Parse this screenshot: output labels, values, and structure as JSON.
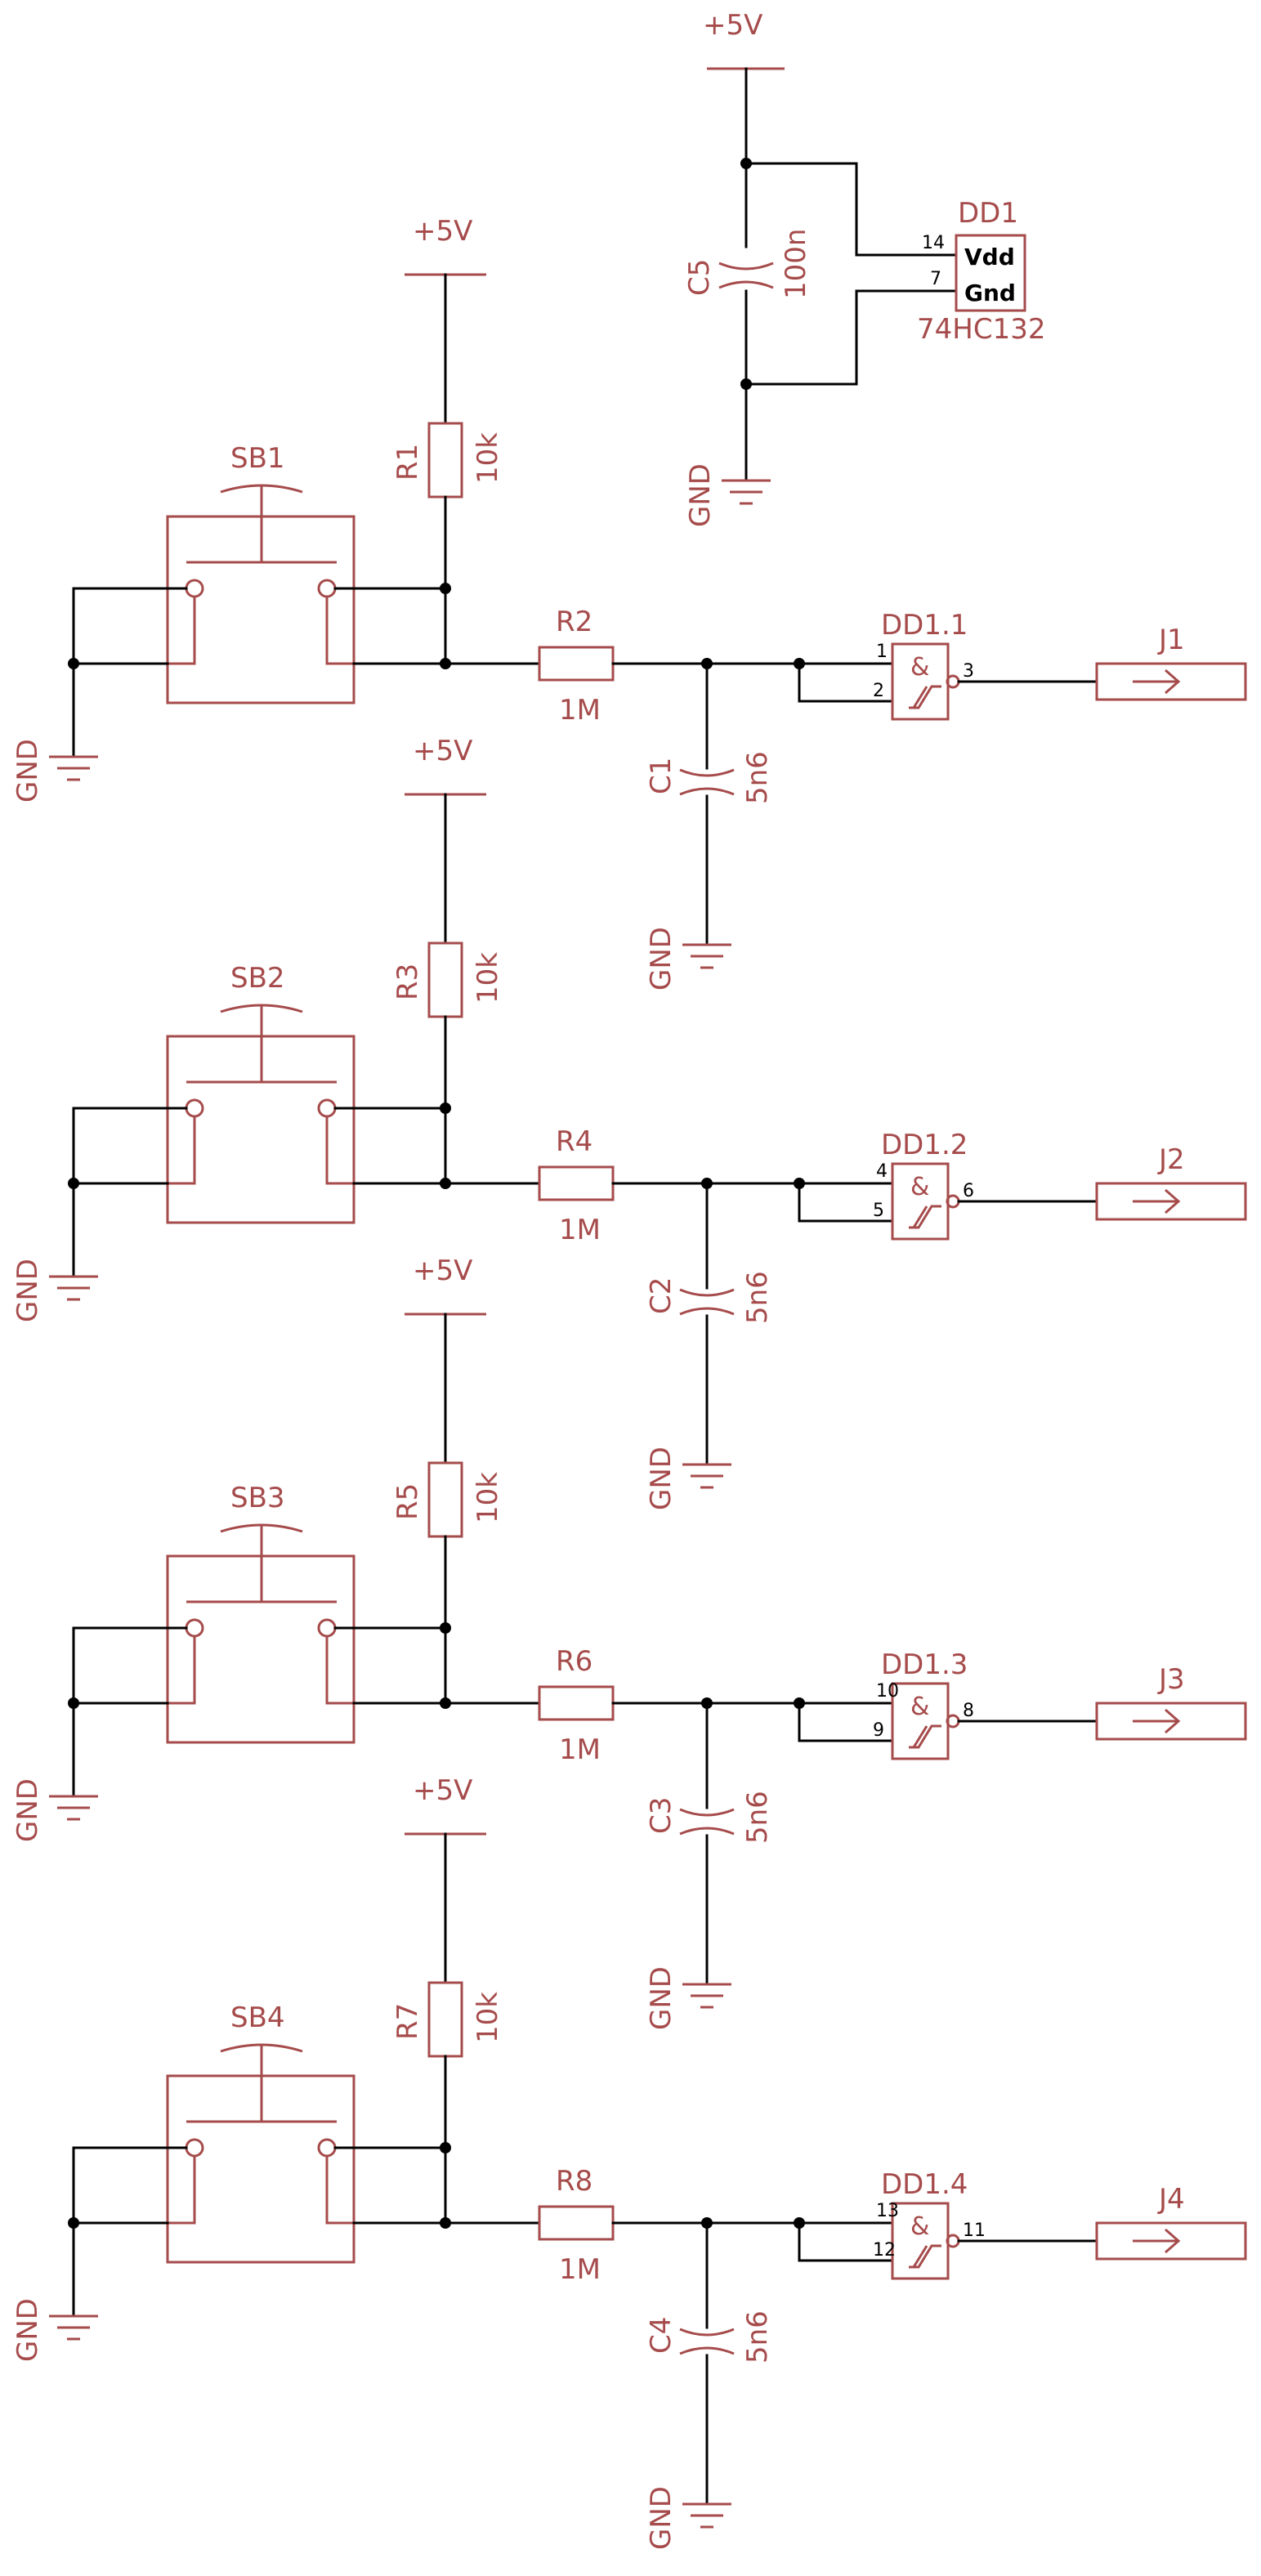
{
  "power": {
    "vcc": "+5V",
    "gnd": "GND"
  },
  "ic": {
    "ref": "DD1",
    "part": "74HC132",
    "pins": [
      {
        "num": "14",
        "name": "Vdd"
      },
      {
        "num": "7",
        "name": "Gnd"
      }
    ],
    "gate_symbol": "&"
  },
  "decoupling": {
    "ref": "C5",
    "value": "100n"
  },
  "channels": [
    {
      "switch": "SB1",
      "pullup": {
        "ref": "R1",
        "value": "10k"
      },
      "series": {
        "ref": "R2",
        "value": "1M"
      },
      "cap": {
        "ref": "C1",
        "value": "5n6"
      },
      "gate": "DD1.1",
      "in_a": "1",
      "in_b": "2",
      "out": "3",
      "connector": "J1"
    },
    {
      "switch": "SB2",
      "pullup": {
        "ref": "R3",
        "value": "10k"
      },
      "series": {
        "ref": "R4",
        "value": "1M"
      },
      "cap": {
        "ref": "C2",
        "value": "5n6"
      },
      "gate": "DD1.2",
      "in_a": "4",
      "in_b": "5",
      "out": "6",
      "connector": "J2"
    },
    {
      "switch": "SB3",
      "pullup": {
        "ref": "R5",
        "value": "10k"
      },
      "series": {
        "ref": "R6",
        "value": "1M"
      },
      "cap": {
        "ref": "C3",
        "value": "5n6"
      },
      "gate": "DD1.3",
      "in_a": "10",
      "in_b": "9",
      "out": "8",
      "connector": "J3"
    },
    {
      "switch": "SB4",
      "pullup": {
        "ref": "R7",
        "value": "10k"
      },
      "series": {
        "ref": "R8",
        "value": "1M"
      },
      "cap": {
        "ref": "C4",
        "value": "5n6"
      },
      "gate": "DD1.4",
      "in_a": "13",
      "in_b": "12",
      "out": "11",
      "connector": "J4"
    }
  ],
  "colors": {
    "symbol": "#a64b4b",
    "wire": "#000000",
    "background": "#ffffff"
  }
}
